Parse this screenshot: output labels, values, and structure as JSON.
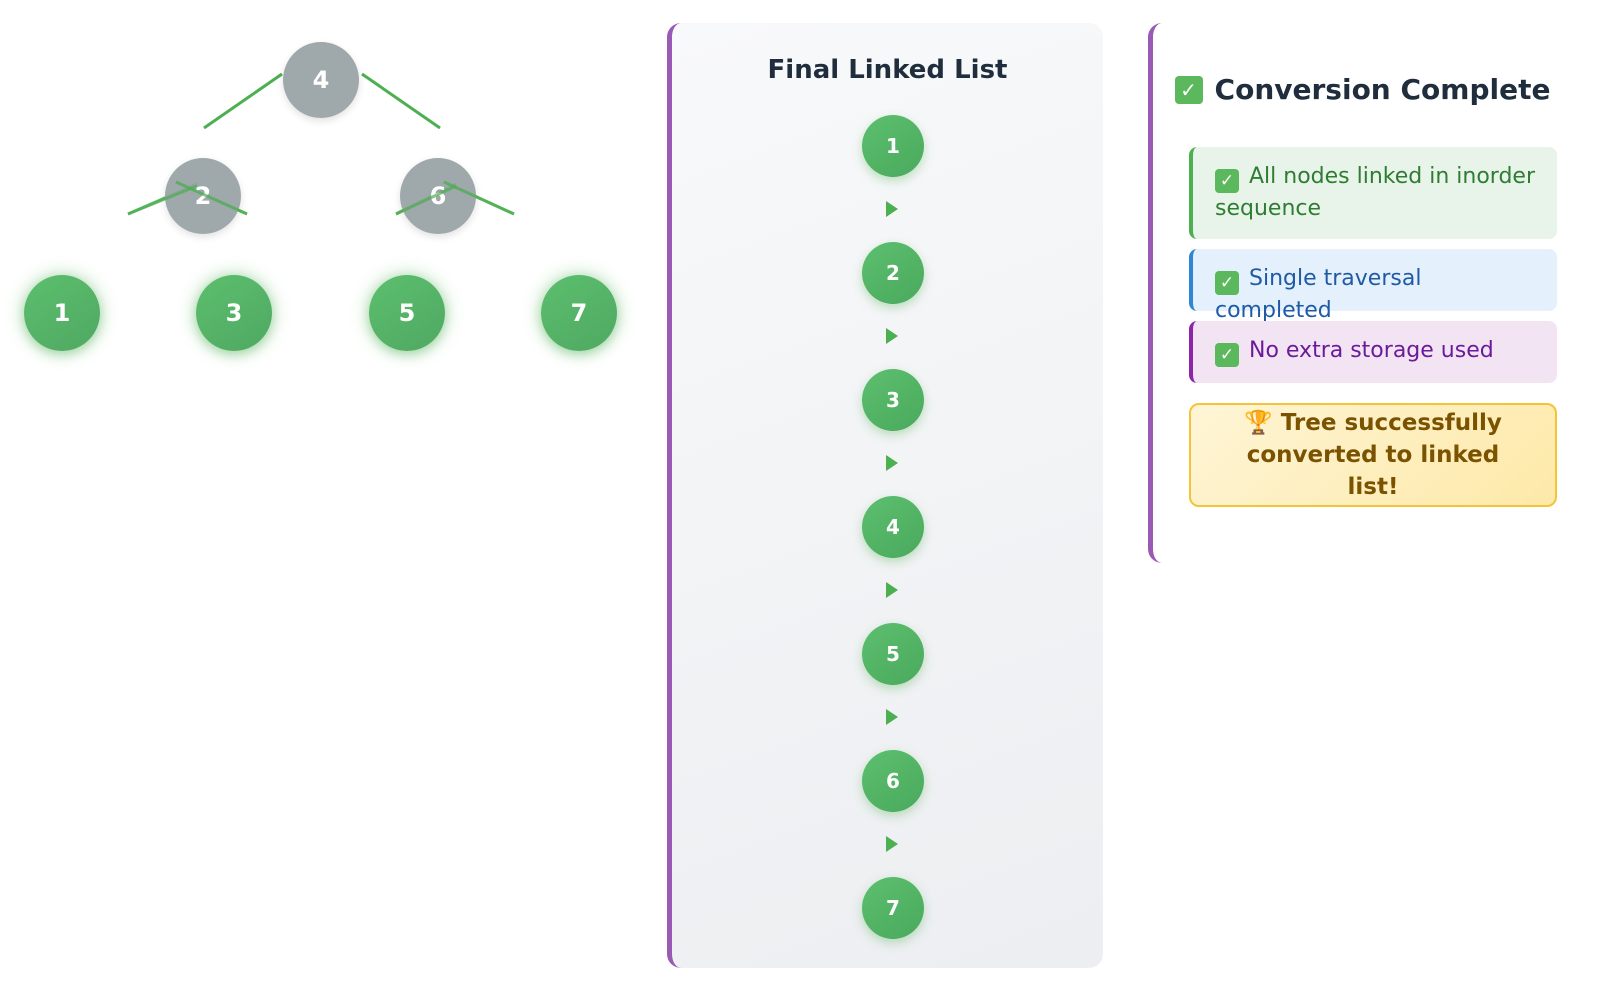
{
  "tree": {
    "root": "4",
    "level2": [
      "2",
      "6"
    ],
    "leaves": [
      "1",
      "3",
      "5",
      "7"
    ],
    "colors": {
      "internal": "#95a0a3",
      "leaf": "#4caf50",
      "edge": "#4caf50"
    }
  },
  "linked_list": {
    "title": "Final Linked List",
    "nodes": [
      "1",
      "2",
      "3",
      "4",
      "5",
      "6",
      "7"
    ],
    "accent": "#9b59b6"
  },
  "status": {
    "heading": "Conversion Complete",
    "check_icon": "check-icon",
    "items": [
      {
        "text": "All nodes linked in inorder sequence",
        "color": "#2e7d32"
      },
      {
        "text": "Single traversal completed",
        "color": "#1f5aa6"
      },
      {
        "text": "No extra storage used",
        "color": "#6a1b9a"
      }
    ],
    "success_icon": "trophy-icon",
    "success": "Tree successfully converted to linked list!"
  }
}
